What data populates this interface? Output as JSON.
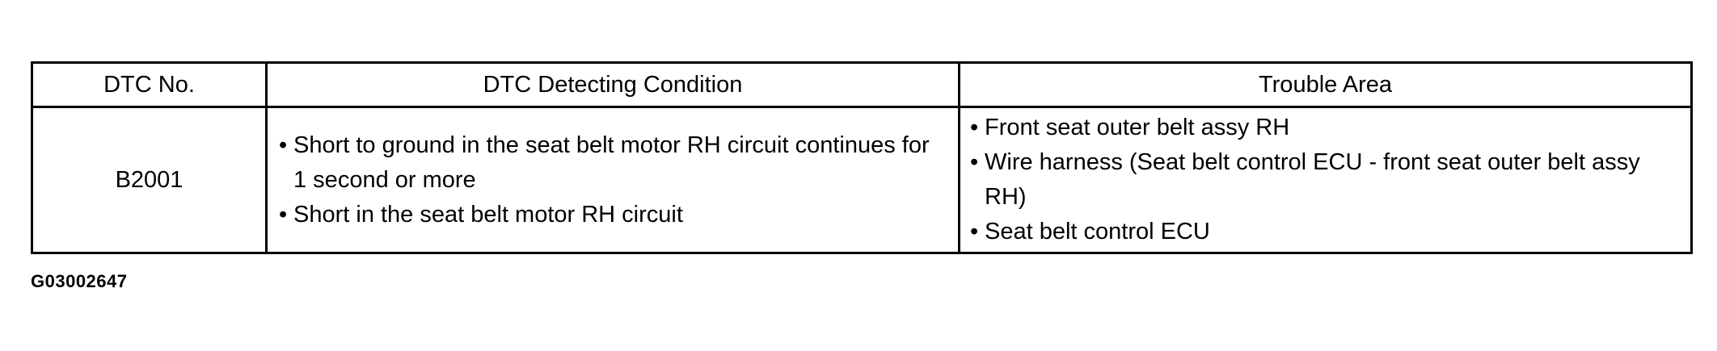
{
  "table": {
    "headers": {
      "dtc_no": "DTC No.",
      "condition": "DTC Detecting Condition",
      "trouble_area": "Trouble Area"
    },
    "rows": [
      {
        "dtc_no": "B2001",
        "conditions": [
          "Short to ground in the seat belt motor RH circuit continues for 1 second or more",
          "Short in the seat belt motor RH circuit"
        ],
        "trouble_areas": [
          "Front seat outer belt assy RH",
          "Wire harness (Seat belt control ECU - front seat outer belt assy RH)",
          "Seat belt control ECU"
        ]
      }
    ]
  },
  "figure_code": "G03002647"
}
